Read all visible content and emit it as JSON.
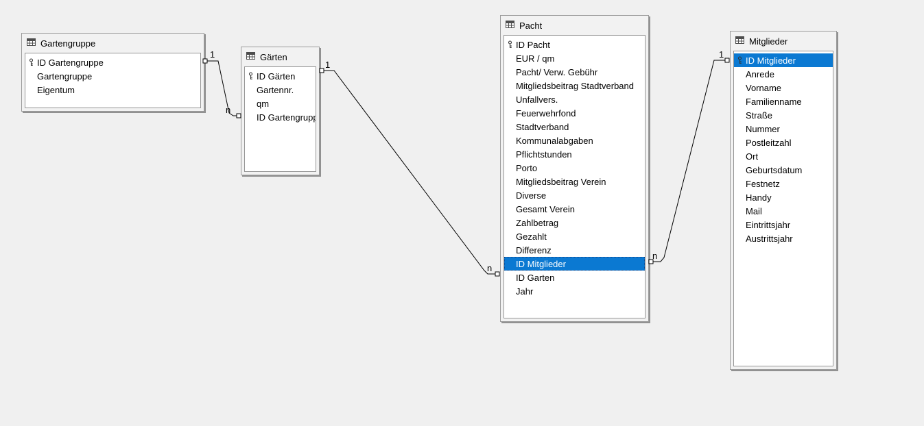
{
  "colors": {
    "selection": "#0b79d2",
    "canvas": "#f0f0f0"
  },
  "tables": [
    {
      "id": "gartengruppe",
      "title": "Gartengruppe",
      "fields": [
        {
          "label": "ID Gartengruppe",
          "key": true
        },
        {
          "label": "Gartengruppe"
        },
        {
          "label": "Eigentum"
        }
      ]
    },
    {
      "id": "gaerten",
      "title": "Gärten",
      "fields": [
        {
          "label": "ID Gärten",
          "key": true
        },
        {
          "label": "Gartennr."
        },
        {
          "label": "qm"
        },
        {
          "label": "ID Gartengruppe"
        }
      ]
    },
    {
      "id": "pacht",
      "title": "Pacht",
      "fields": [
        {
          "label": "ID Pacht",
          "key": true
        },
        {
          "label": "EUR / qm"
        },
        {
          "label": "Pacht/ Verw. Gebühr"
        },
        {
          "label": "Mitgliedsbeitrag Stadtverband"
        },
        {
          "label": "Unfallvers."
        },
        {
          "label": "Feuerwehrfond"
        },
        {
          "label": "Stadtverband"
        },
        {
          "label": "Kommunalabgaben"
        },
        {
          "label": "Pflichtstunden"
        },
        {
          "label": "Porto"
        },
        {
          "label": "Mitgliedsbeitrag Verein"
        },
        {
          "label": "Diverse"
        },
        {
          "label": "Gesamt Verein"
        },
        {
          "label": "Zahlbetrag"
        },
        {
          "label": "Gezahlt"
        },
        {
          "label": "Differenz"
        },
        {
          "label": "ID Mitglieder",
          "selected": true
        },
        {
          "label": "ID Garten"
        },
        {
          "label": "Jahr"
        }
      ]
    },
    {
      "id": "mitglieder",
      "title": "Mitglieder",
      "fields": [
        {
          "label": "ID Mitglieder",
          "key": true,
          "selected": true
        },
        {
          "label": "Anrede"
        },
        {
          "label": "Vorname"
        },
        {
          "label": "Familienname"
        },
        {
          "label": "Straße"
        },
        {
          "label": "Nummer"
        },
        {
          "label": "Postleitzahl"
        },
        {
          "label": "Ort"
        },
        {
          "label": "Geburtsdatum"
        },
        {
          "label": "Festnetz"
        },
        {
          "label": "Handy"
        },
        {
          "label": "Mail"
        },
        {
          "label": "Eintrittsjahr"
        },
        {
          "label": "Austrittsjahr"
        }
      ]
    }
  ],
  "relations": [
    {
      "from_table": "Gartengruppe",
      "from_field": "ID Gartengruppe",
      "from_card": "1",
      "to_table": "Gärten",
      "to_field": "ID Gartengruppe",
      "to_card": "n"
    },
    {
      "from_table": "Gärten",
      "from_field": "ID Gärten",
      "from_card": "1",
      "to_table": "Pacht",
      "to_field": "ID Garten",
      "to_card": "n"
    },
    {
      "from_table": "Mitglieder",
      "from_field": "ID Mitglieder",
      "from_card": "1",
      "to_table": "Pacht",
      "to_field": "ID Mitglieder",
      "to_card": "n"
    }
  ]
}
